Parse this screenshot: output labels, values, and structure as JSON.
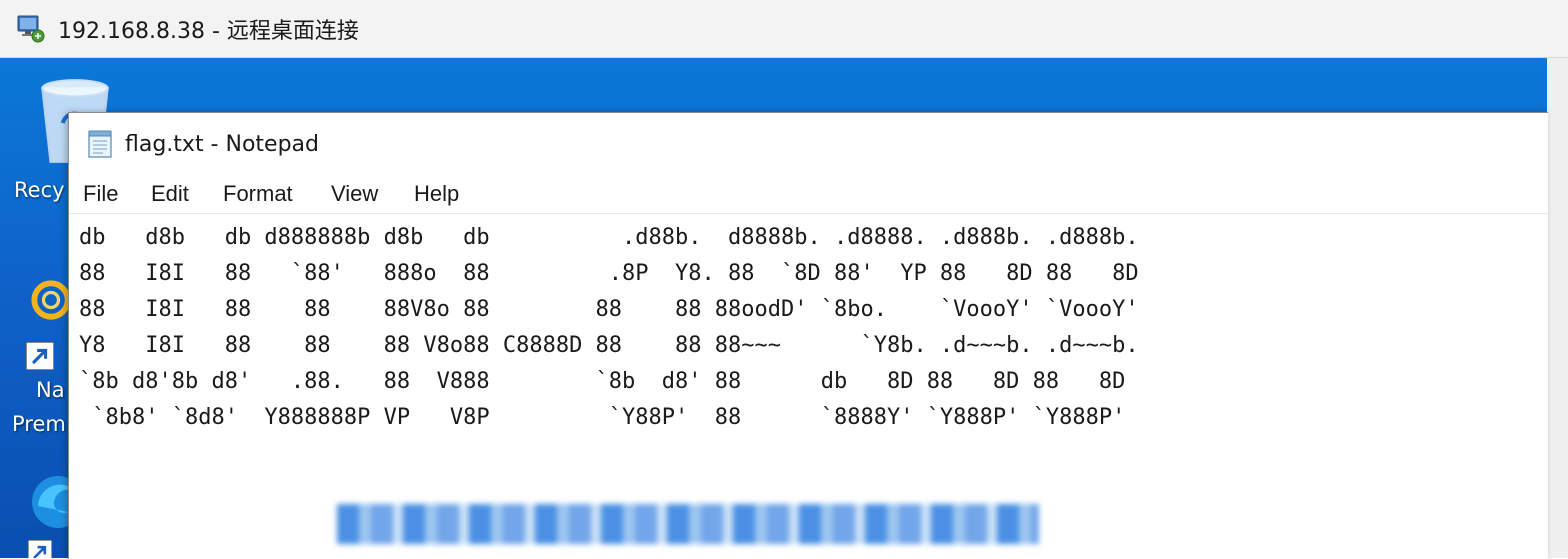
{
  "rdp": {
    "title": "192.168.8.38 - 远程桌面连接",
    "icon": "remote-desktop-icon"
  },
  "desktop": {
    "icons": [
      {
        "label": "Recy",
        "icon": "recycle-bin-icon"
      },
      {
        "label": "Na",
        "icon": "shortcut-arrow-icon"
      },
      {
        "label": "Prem",
        "icon": "app-icon"
      },
      {
        "icon": "edge-icon"
      }
    ]
  },
  "notepad": {
    "title": "flag.txt - Notepad",
    "icon": "notepad-icon",
    "menu": [
      "File",
      "Edit",
      "Format",
      "View",
      "Help"
    ],
    "content_lines": [
      "db   d8b   db d888888b d8b   db          .d88b.  d8888b. .d8888. .d888b. .d888b.",
      "88   I8I   88   `88'   888o  88         .8P  Y8. 88  `8D 88'  YP 88   8D 88   8D",
      "88   I8I   88    88    88V8o 88        88    88 88oodD' `8bo.    `VoooY' `VoooY'",
      "Y8   I8I   88    88    88 V8o88 C8888D 88    88 88~~~      `Y8b. .d~~~b. .d~~~b.",
      "`8b d8'8b d8'   .88.   88  V888        `8b  d8' 88      db   8D 88   8D 88   8D",
      " `8b8' `8d8'  Y888888P VP   V8P         `Y88P'  88      `8888Y' `Y888P' `Y888P'"
    ]
  },
  "colors": {
    "desktop_blue": "#0a78d7",
    "redaction_blue": "#3c82e1"
  }
}
